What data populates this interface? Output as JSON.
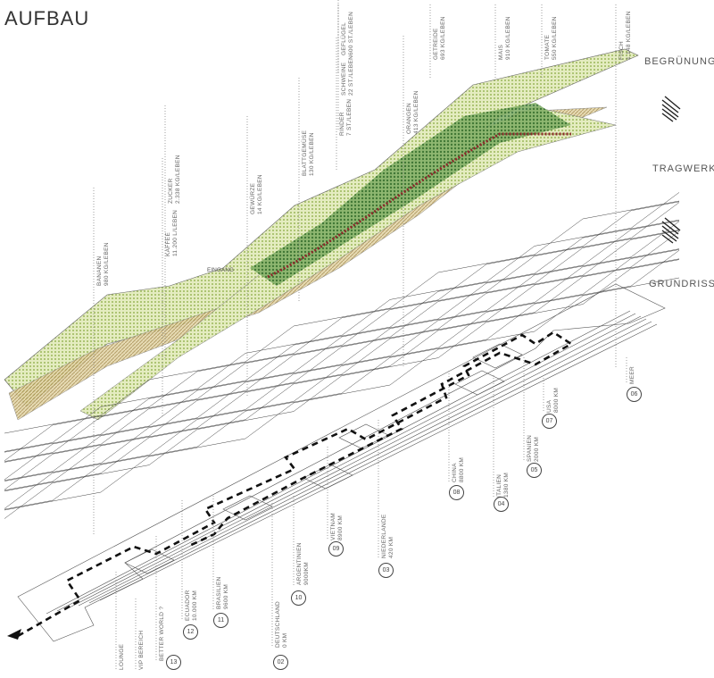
{
  "title": "AUFBAU",
  "layers": {
    "top": "BEGRÜNUNG",
    "middle": "TRAGWERK",
    "bottom": "GRUNDRISS"
  },
  "entrance_label": "EINGANG",
  "foods": [
    {
      "name": "BANANEN",
      "value": "980 KG/LEBEN"
    },
    {
      "name": "KAFFEE",
      "value": "11.200 L/LEBEN"
    },
    {
      "name": "ZUCKER",
      "value": "2.338 KG/LEBEN"
    },
    {
      "name": "GEWÜRZE",
      "value": "14 KG/LEBEN"
    },
    {
      "name": "BLATTGEMÜSE",
      "value": "130 KG/LEBEN"
    },
    {
      "name": "RINDER",
      "value": "7 ST./LEBEN"
    },
    {
      "name": "SCHWEINE",
      "value": "22 ST./LEBEN"
    },
    {
      "name": "GEFLÜGEL",
      "value": "600 ST./LEBEN"
    },
    {
      "name": "ORANGEN",
      "value": "413 KG/LEBEN"
    },
    {
      "name": "GETREIDE",
      "value": "693 KG/LEBEN"
    },
    {
      "name": "MAIS",
      "value": "910 KG/LEBEN"
    },
    {
      "name": "TOMATE",
      "value": "550 KG/LEBEN"
    },
    {
      "name": "FISCH",
      "value": "1.148 KG/LEBEN"
    }
  ],
  "zones": [
    {
      "name": "LOUNGE",
      "value": "",
      "num": ""
    },
    {
      "name": "VIP BEREICH",
      "value": "",
      "num": ""
    },
    {
      "name": "BETTER WORLD ?",
      "value": "",
      "num": "13"
    },
    {
      "name": "ECUADOR",
      "value": "10.000 KM",
      "num": "12"
    },
    {
      "name": "BRASILIEN",
      "value": "9600 KM",
      "num": "11"
    },
    {
      "name": "DEUTSCHLAND",
      "value": "0 KM",
      "num": "02"
    },
    {
      "name": "ARGENTINIEN",
      "value": "9000KM",
      "num": "10"
    },
    {
      "name": "VIETNAM",
      "value": "8900 KM",
      "num": "09"
    },
    {
      "name": "NIEDERLANDE",
      "value": "420 KM",
      "num": "03"
    },
    {
      "name": "CHINA",
      "value": "8800 KM",
      "num": "08"
    },
    {
      "name": "ITALIEN",
      "value": "1380 KM",
      "num": "04"
    },
    {
      "name": "SPANIEN",
      "value": "2000 KM",
      "num": "05"
    },
    {
      "name": "USA",
      "value": "8000 KM",
      "num": "07"
    },
    {
      "name": "MEER",
      "value": "",
      "num": "06"
    }
  ],
  "colors": {
    "green_light": "#d6e3a4",
    "green_dark": "#5f9a4a",
    "ochre": "#c9b27a",
    "line": "#333333"
  }
}
